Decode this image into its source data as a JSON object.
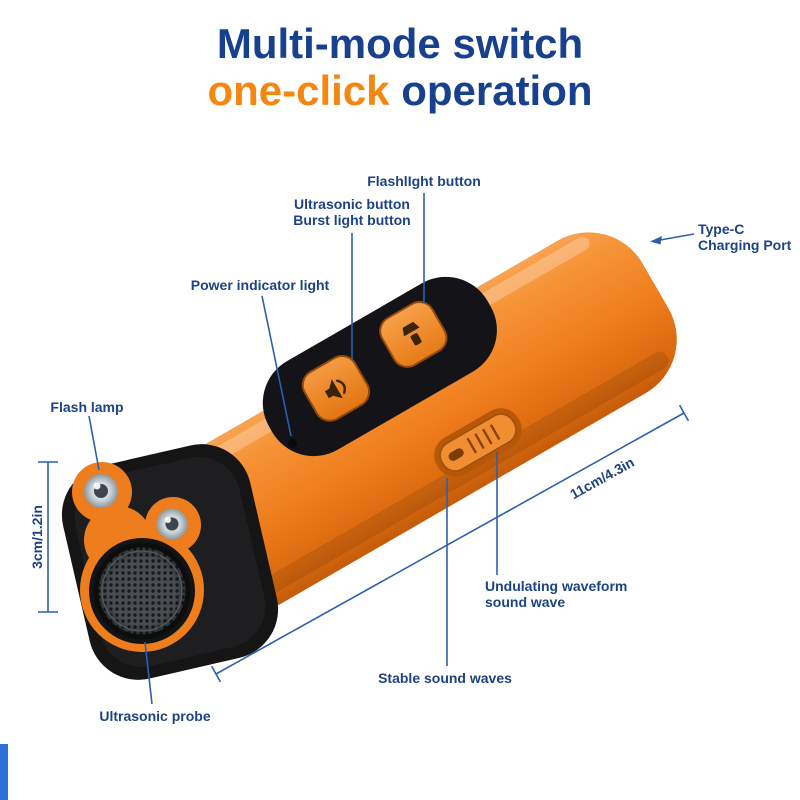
{
  "title": {
    "line1": "Multi-mode switch",
    "line2_accent": "one-click",
    "line2_rest": " operation"
  },
  "callouts": {
    "flashlight_button": "FlashlIght button",
    "ultrasonic_button": "Ultrasonic button",
    "burst_light_button": "Burst light button",
    "power_indicator": "Power indicator light",
    "type_c_line1": "Type-C",
    "type_c_line2": "Charging Port",
    "flash_lamp": "Flash lamp",
    "undulating_line1": "Undulating waveform",
    "undulating_line2": "sound wave",
    "stable_waves": "Stable sound waves",
    "ultrasonic_probe": "Ultrasonic probe"
  },
  "dimensions": {
    "height": "3cm/1.2in",
    "length": "11cm/4.3in"
  },
  "colors": {
    "title_blue": "#17408f",
    "accent_orange": "#f5860f",
    "label_blue": "#1d4382",
    "line_blue": "#2e5fae",
    "device_orange": "#ef7f1e",
    "device_black": "#151515",
    "edge_accent_blue": "#2f6fd8"
  }
}
